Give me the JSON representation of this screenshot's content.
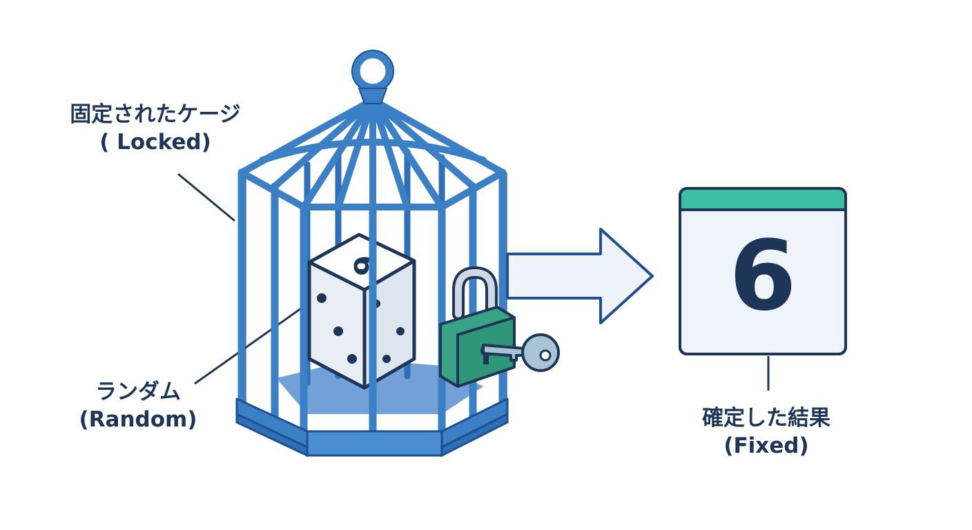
{
  "labels": {
    "cage_jp": "固定されたケージ",
    "cage_en": "( Locked)",
    "random_jp": "ランダム",
    "random_en": "(Random)",
    "fixed_jp": "確定した結果",
    "fixed_en": "(Fixed)"
  },
  "dice_top_face": "6",
  "result_value": "6",
  "icons": [
    "cage-icon",
    "dice-icon",
    "padlock-icon",
    "key-icon",
    "arrow-right-icon",
    "result-card-icon"
  ],
  "colors": {
    "cage_blue": "#3b7fc4",
    "cage_outline": "#1f4f8f",
    "lock_green": "#3aa386",
    "card_header": "#3dbfa3",
    "text_navy": "#1d3557",
    "arrow_fill": "#edf3f9"
  }
}
